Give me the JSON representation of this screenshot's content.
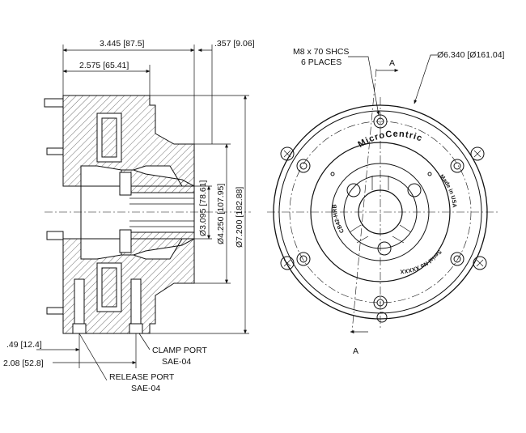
{
  "side_view": {
    "dim_overall_length": "3.445 [87.5]",
    "dim_body_length": "2.575 [65.41]",
    "dim_face_offset": ".357 [9.06]",
    "dim_d_bore": "Ø3.095 [78.61]",
    "dim_d_pilot": "Ø4.250 [107.95]",
    "dim_d_outer": "Ø7.200 [182.88]",
    "dim_port_offset_1": ".49 [12.4]",
    "dim_port_offset_2": "2.08 [52.8]",
    "clamp_port_line1": "CLAMP PORT",
    "clamp_port_line2": "SAE-04",
    "release_port_line1": "RELEASE PORT",
    "release_port_line2": "SAE-04"
  },
  "front_view": {
    "bolt_callout_line1": "M8 x 70 SHCS",
    "bolt_callout_line2": "6 PLACES",
    "bolt_circle_dia": "Ø6.340 [Ø161.04]",
    "section_mark_top": "A",
    "section_mark_bottom": "A",
    "brand": "MicroCentric",
    "model": "CB42-HRB",
    "made_in": "Made in USA",
    "serial": "Serial No XXXXX"
  },
  "colors": {
    "line": "#111111",
    "background": "#ffffff"
  }
}
